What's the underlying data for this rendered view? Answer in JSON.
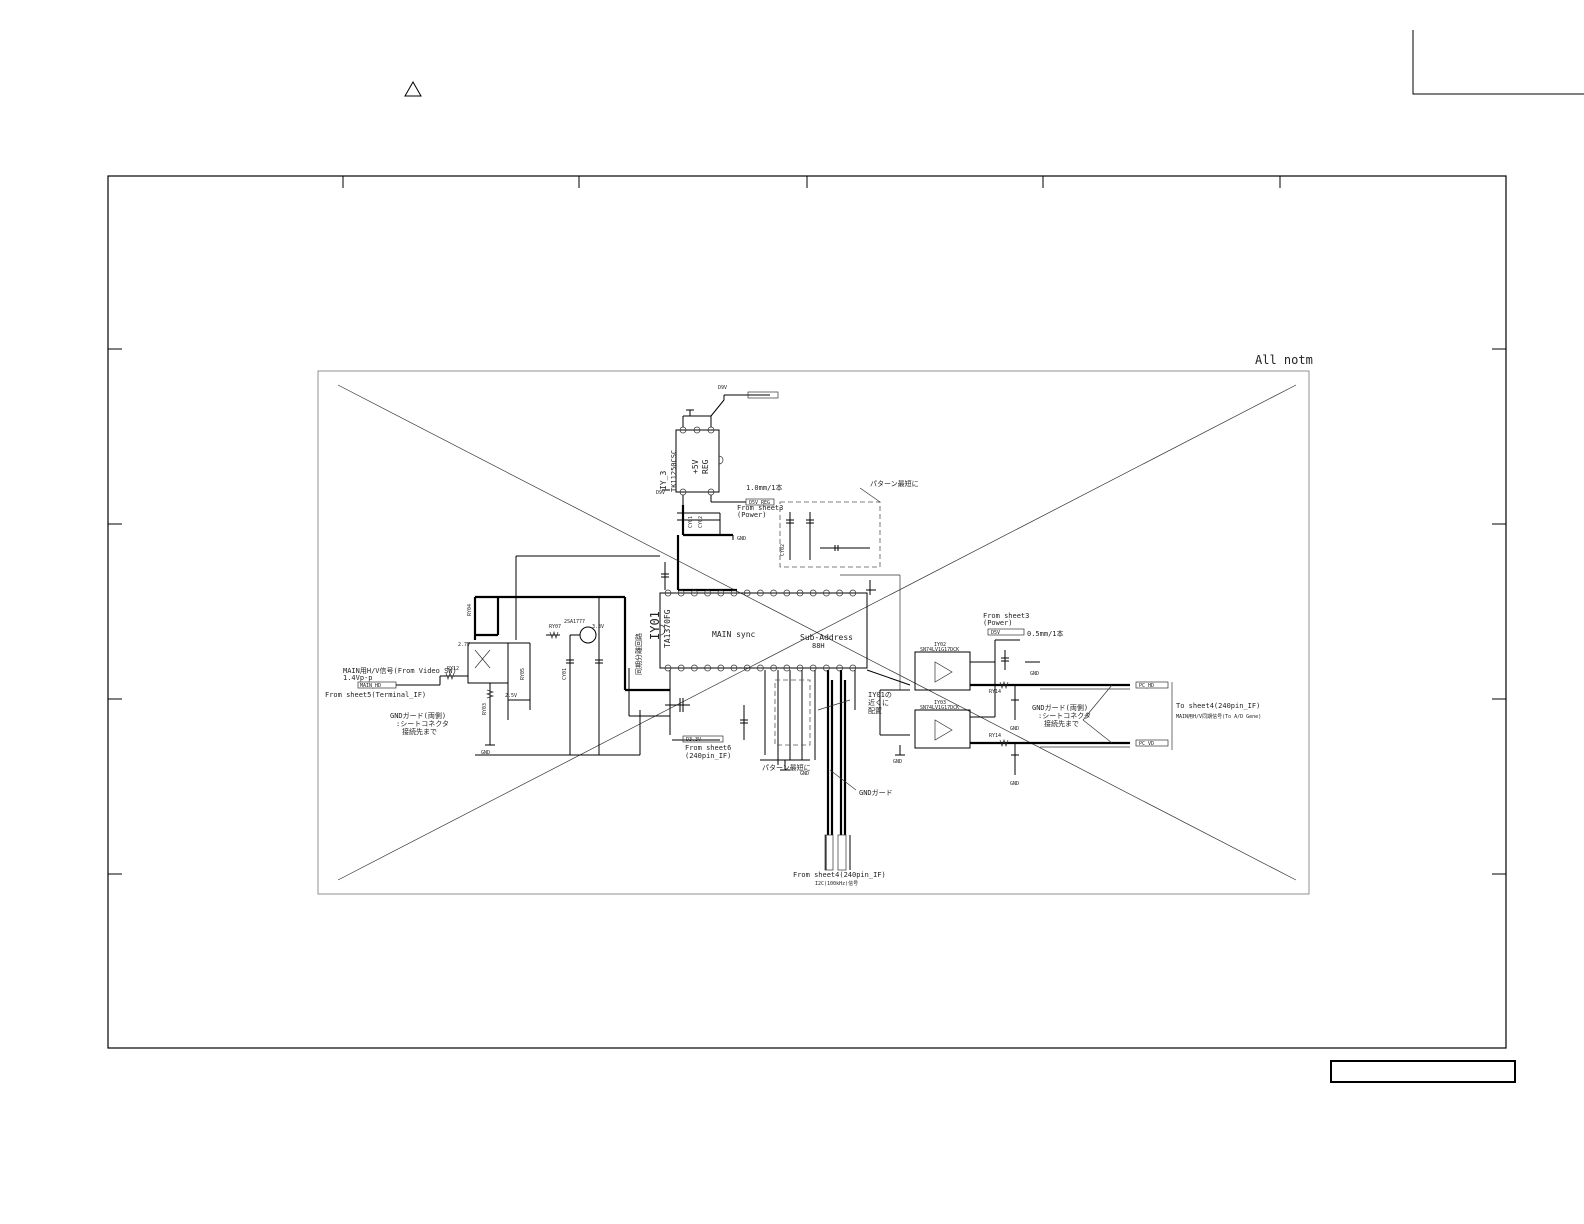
{
  "sheet": {
    "corner_note": "All notm"
  },
  "labels": {
    "ic_main_ref": "IY01",
    "ic_main_part": "TA1370FG",
    "ic_main_func": "MAIN sync",
    "ic_main_addr": "Sub-Address",
    "ic_main_addr_val": "88H",
    "ic_reg_ref": "IY_3",
    "ic_reg_part": "TK11250CSC",
    "ic_reg_func1": "+5V",
    "ic_reg_func2": "REG",
    "ic_ry02": "IY02",
    "ic_ry03": "IY03",
    "ic_buf_part": "SN74LV1G17DCK",
    "width_note_top": "1.0mm/1本",
    "from_sheet3_top": "From sheet3",
    "power_top": "(Power)",
    "pattern_top": "パターン最短に",
    "from_sheet3_right": "From sheet3",
    "power_right": "(Power)",
    "width_note_right": "0.5mm/1本",
    "main_hv_note": "MAIN用H/V信号(From Video SW)",
    "main_hv_level": "1.4Vp-p",
    "from_sheet5": "From sheet5(Terminal_IF)",
    "gnd_guard_left_1": "GNDガード(両側)",
    "gnd_guard_left_2": ":シートコネクタ",
    "gnd_guard_left_3": "接続先まで",
    "from_sheet6_1": "From sheet6",
    "from_sheet6_2": "(240pin_IF)",
    "pattern_bottom": "パターン最短に",
    "gnd_guard_bottom": "GNDガード",
    "from_sheet4_1": "From sheet4(240pin_IF)",
    "from_sheet4_2": "I2C(100kHz)信号",
    "iy01_note_1": "IY01の",
    "iy01_note_2": "近くに",
    "iy01_note_3": "配置",
    "gnd_guard_right_1": "GNDガード(両側)",
    "gnd_guard_right_2": ":シートコネクタ",
    "gnd_guard_right_3": "接続先まで",
    "to_sheet4": "To sheet4(240pin_IF)",
    "to_sheet4_note": "MAIN用H/V同期信号(To A/D Gene)",
    "net_hd_in": "MAIN_HD",
    "net_hd_out": "PC_HD",
    "net_vd_out": "PC_VD",
    "net_5v": "D5V_REG",
    "net_9v": "D9V",
    "net_33v": "D3.3V",
    "net_d5v": "D5V",
    "net_gnd": "GND",
    "sync_sep": "同期分離回路",
    "v_2_7": "2.7V",
    "v_3_3": "3.3V",
    "v_2_5": "2.5V",
    "q_part": "2SA1777",
    "r_ry03": "RY03",
    "r_ry04": "RY04",
    "r_ry05": "RY05",
    "r_ry07": "RY07",
    "r_ry12": "RY12",
    "r_ry14": "RY14",
    "c_cy01": "CY01",
    "c_cy02": "CY02"
  }
}
